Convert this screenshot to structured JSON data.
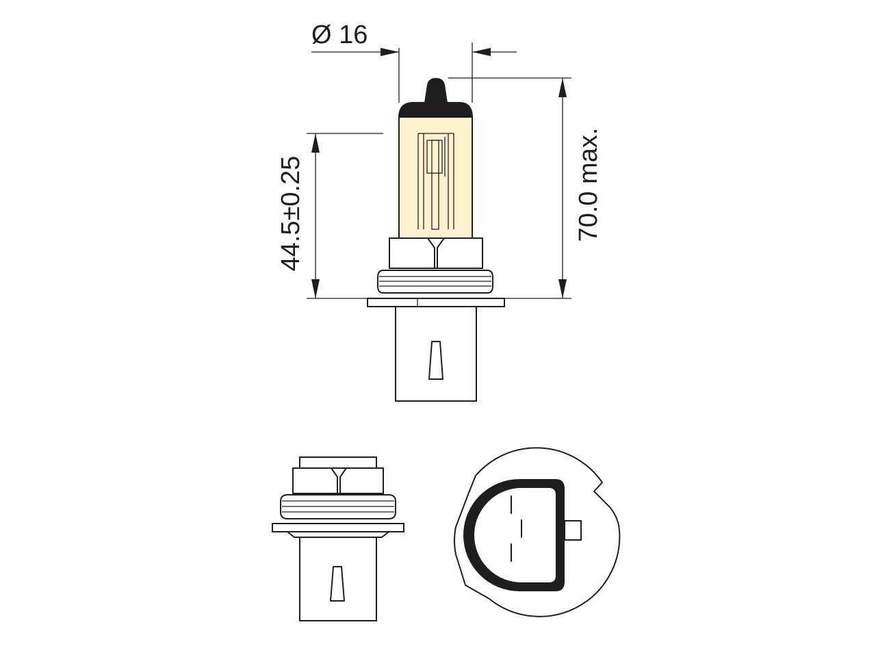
{
  "dimensions": {
    "diameter": "Ø 16",
    "light_center_height": "44.5±0.25",
    "max_length": "70.0 max."
  },
  "colors": {
    "line": "#1e1e1e",
    "glass": "#fff3cf",
    "background": "#ffffff"
  }
}
